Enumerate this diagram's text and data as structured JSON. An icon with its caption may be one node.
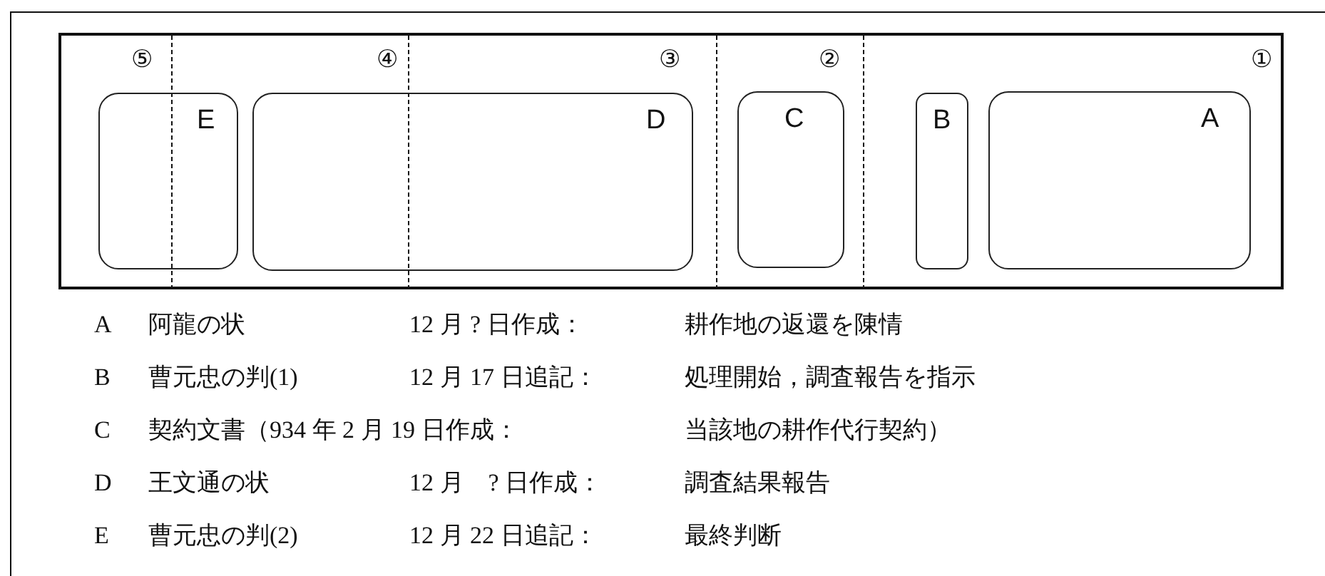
{
  "diagram": {
    "nodes": [
      {
        "text": [
          "E"
        ]
      },
      {
        "text": [
          "D"
        ]
      },
      {
        "text": [
          "C"
        ]
      },
      {
        "text": [
          "B"
        ]
      },
      {
        "text": [
          "A"
        ]
      }
    ],
    "labels": [
      "⑤",
      "④",
      "③",
      "②",
      "①",
      "A",
      "阿龍の状",
      "12 月 ? 日作成：",
      "耕作地の返還を陳情",
      "B",
      "曹元忠の判(1)",
      "12 月 17 日追記：",
      "処理開始，調査報告を指示",
      "C",
      "契約文書（934 年 2 月 19 日作成：",
      "当該地の耕作代行契約）",
      "D",
      "王文通の状",
      "12 月　? 日作成：",
      "調査結果報告",
      "E",
      "曹元忠の判(2)",
      "12 月 22 日追記：",
      "最終判断"
    ]
  }
}
